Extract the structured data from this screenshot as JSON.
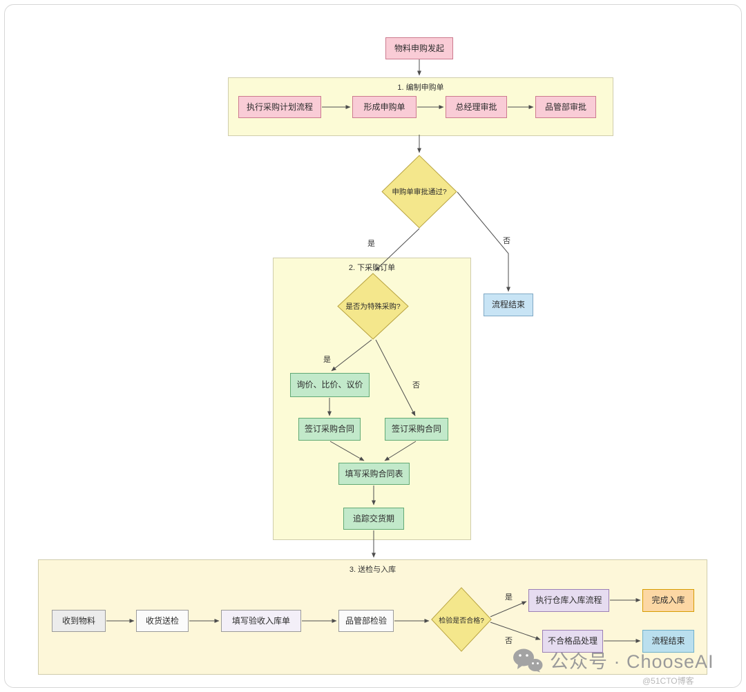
{
  "diagram": {
    "start": "物料申购发起",
    "section1": {
      "title": "1. 编制申购单",
      "step1": "执行采购计划流程",
      "step2": "形成申购单",
      "step3": "总经理审批",
      "step4": "品管部审批"
    },
    "decision1": "申购单审批通过?",
    "labels": {
      "yes": "是",
      "no": "否"
    },
    "end_top": "流程结束",
    "section2": {
      "title": "2. 下采购订单",
      "decision": "是否为特殊采购?",
      "inquiry": "询价、比价、议价",
      "sign_left": "签订采购合同",
      "sign_right": "签订采购合同",
      "fill_form": "填写采购合同表",
      "track": "追踪交货期"
    },
    "section3": {
      "title": "3. 送检与入库",
      "receive": "收到物料",
      "send_inspect": "收货送检",
      "fill_receipt": "填写验收入库单",
      "qc_inspect": "品管部检验",
      "decision": "检验是否合格?",
      "wh_process": "执行仓库入库流程",
      "complete": "完成入库",
      "nonconform": "不合格品处理",
      "end": "流程结束"
    }
  },
  "watermark": {
    "brand": "公众号 · ChooseAI",
    "credit": "@51CTO博客"
  },
  "colors": {
    "pink_fill": "#f9ccd6",
    "pink_border": "#cc7a8e",
    "section_fill": "#fcfbd6",
    "section_border": "#cfccab",
    "diamond_fill": "#f4e78c",
    "diamond_border": "#b7a23f",
    "green_fill": "#c2e9ca",
    "green_border": "#61a974",
    "blue_fill": "#c8e4f5",
    "blue_border": "#7fa8c4",
    "cyan_fill": "#badfee",
    "cyan_border": "#6fb0ca",
    "orange_fill": "#fcd7a4",
    "orange_border": "#d79b00",
    "lavender_fill": "#e6dcf0",
    "lavender_border": "#9b7fb5",
    "arrow": "#4d4d4d"
  }
}
